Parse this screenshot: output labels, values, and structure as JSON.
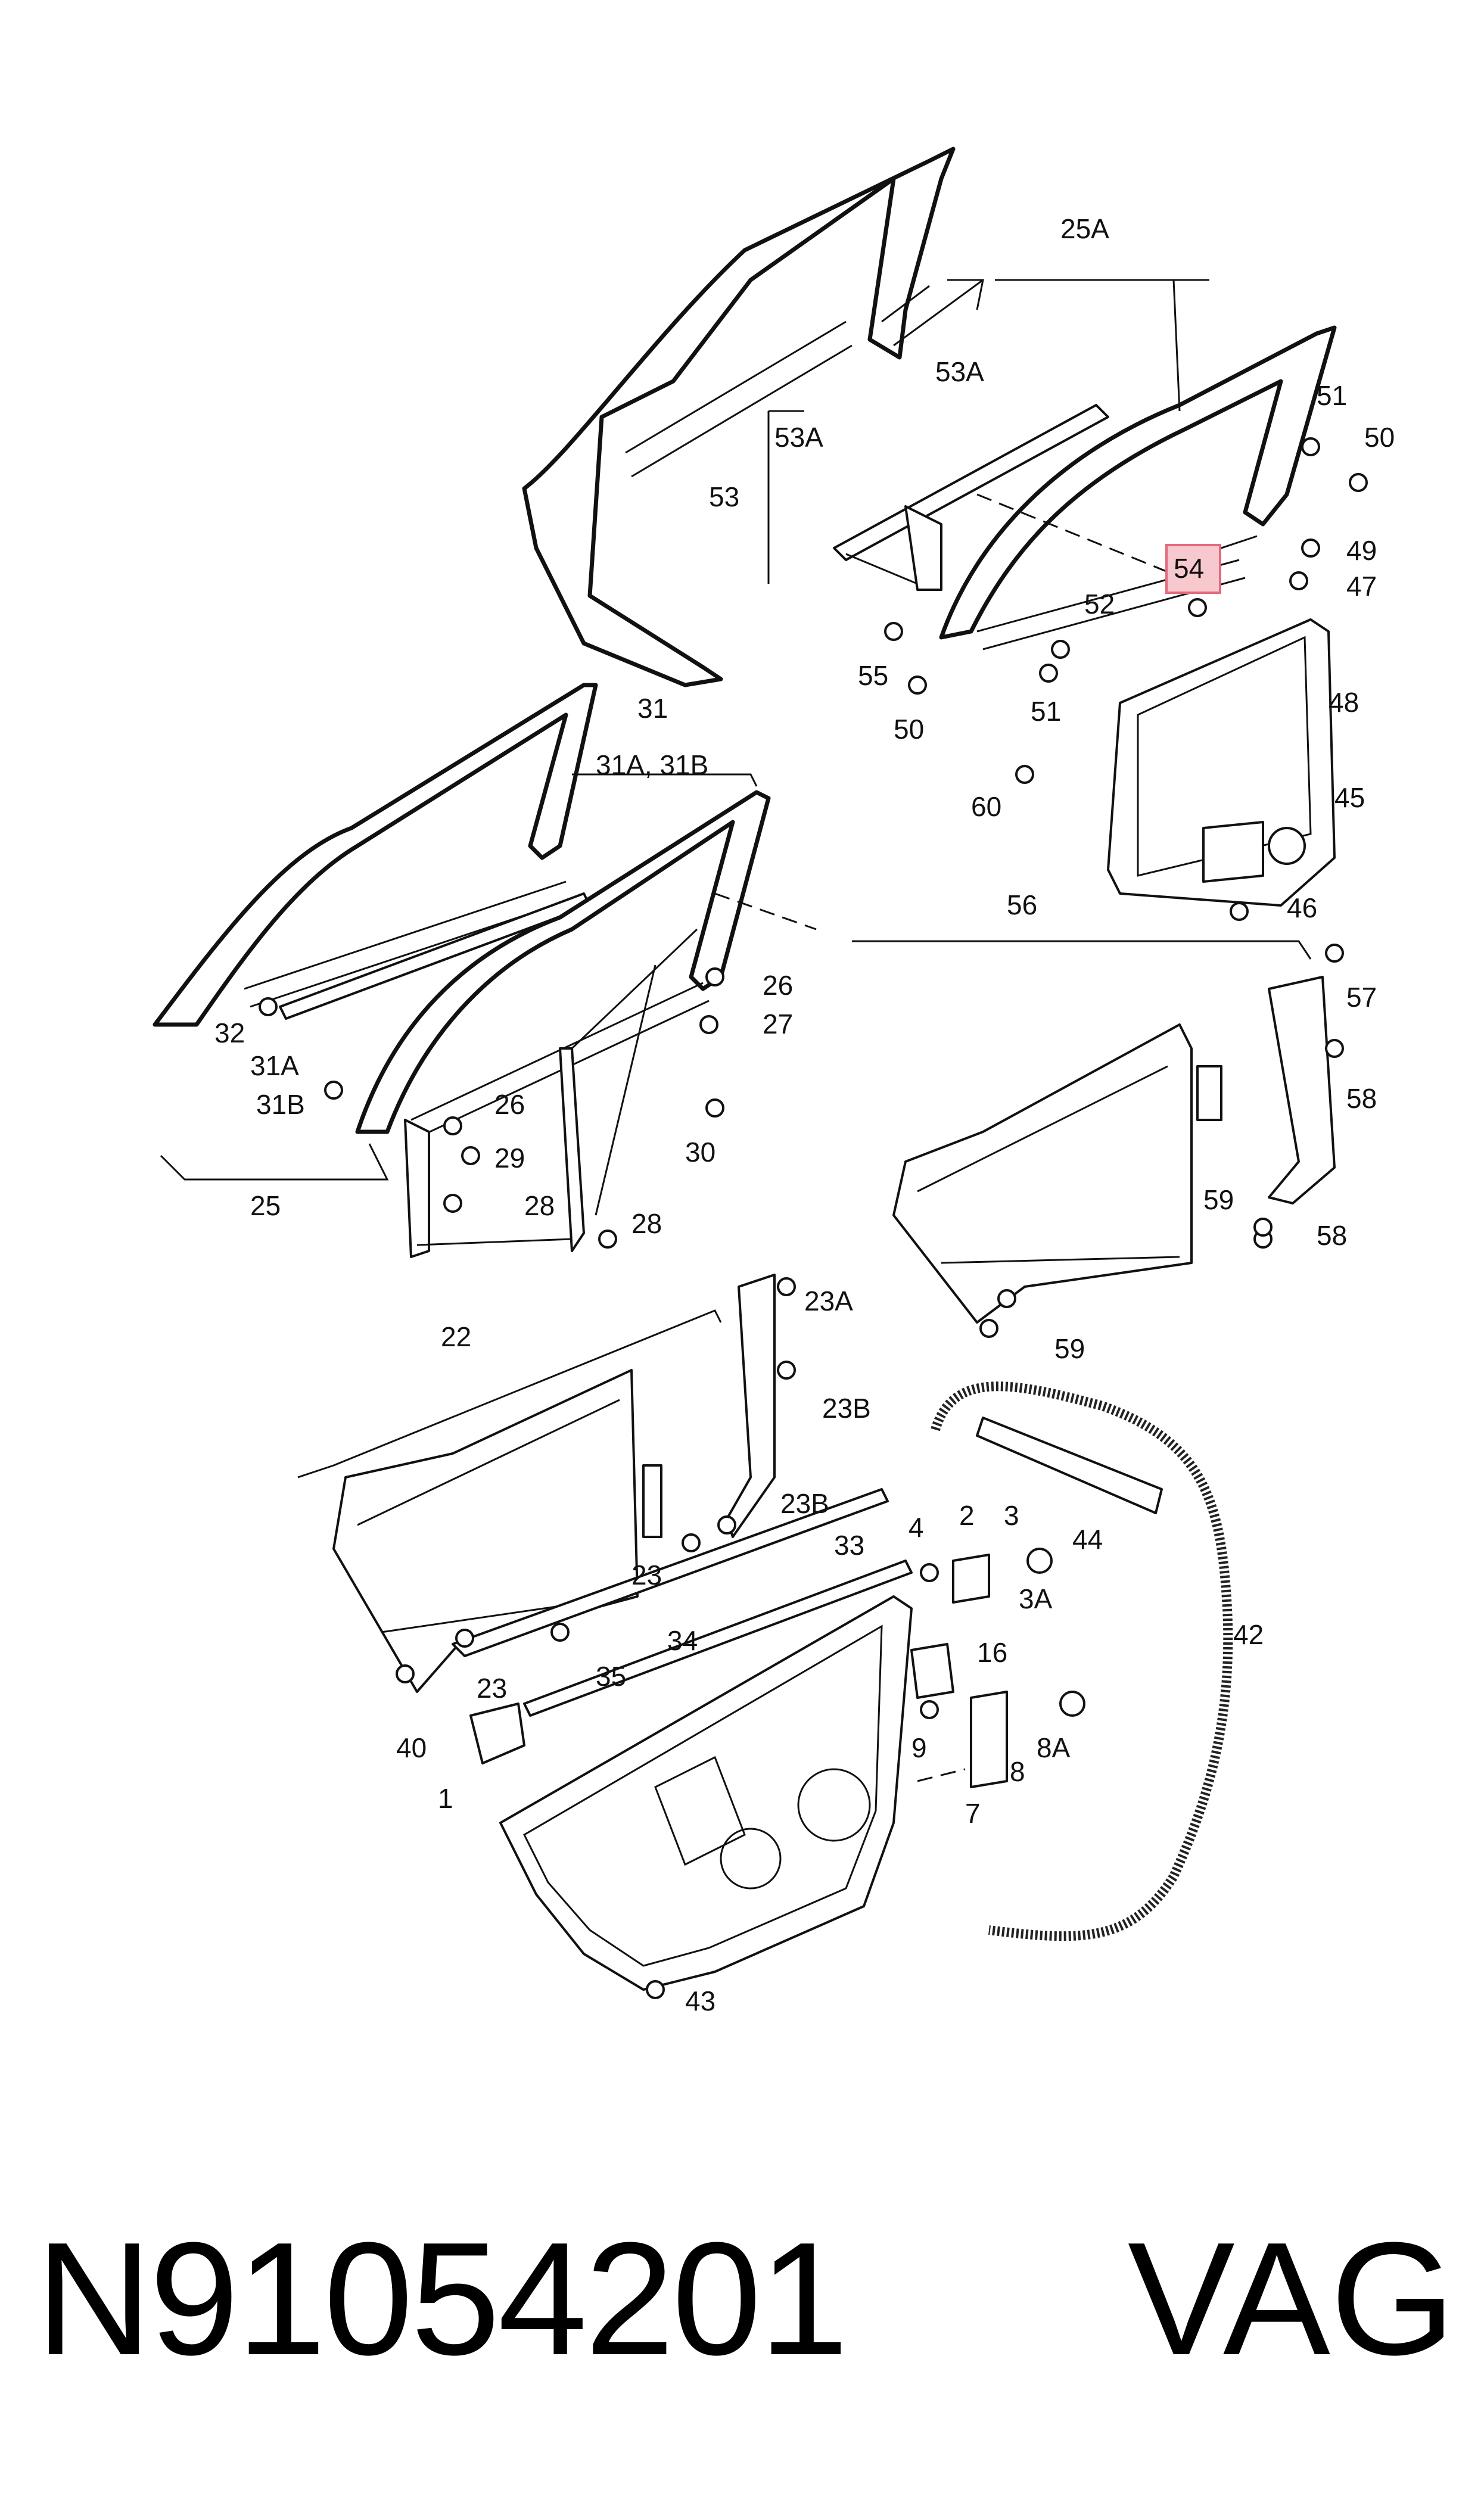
{
  "diagram": {
    "labels": {
      "l25A": "25A",
      "l53A_top": "53A",
      "l53A": "53A",
      "l53": "53",
      "l51a": "51",
      "l50a": "50",
      "l49": "49",
      "l47": "47",
      "l54": "54",
      "l52": "52",
      "l55": "55",
      "l51b": "51",
      "l50b": "50",
      "l48": "48",
      "l45": "45",
      "l60": "60",
      "l46": "46",
      "l31": "31",
      "l31AB": "31A, 31B",
      "l26a": "26",
      "l27": "27",
      "l32": "32",
      "l31A": "31A",
      "l31B": "31B",
      "l26b": "26",
      "l30": "30",
      "l29": "29",
      "l25": "25",
      "l28a": "28",
      "l28b": "28",
      "l56": "56",
      "l57": "57",
      "l58a": "58",
      "l59a": "59",
      "l58b": "58",
      "l59b": "59",
      "l22": "22",
      "l23A": "23A",
      "l23Ba": "23B",
      "l23Bb": "23B",
      "l23a": "23",
      "l23b": "23",
      "l33": "33",
      "l4": "4",
      "l2": "2",
      "l3": "3",
      "l3A": "3A",
      "l44": "44",
      "l42": "42",
      "l16": "16",
      "l34": "34",
      "l35": "35",
      "l40": "40",
      "l1": "1",
      "l9": "9",
      "l8": "8",
      "l8A": "8A",
      "l7": "7",
      "l43": "43"
    },
    "highlight_color": "#f7c9ce"
  },
  "footer": {
    "part_number": "N91054201",
    "brand": "VAG"
  }
}
